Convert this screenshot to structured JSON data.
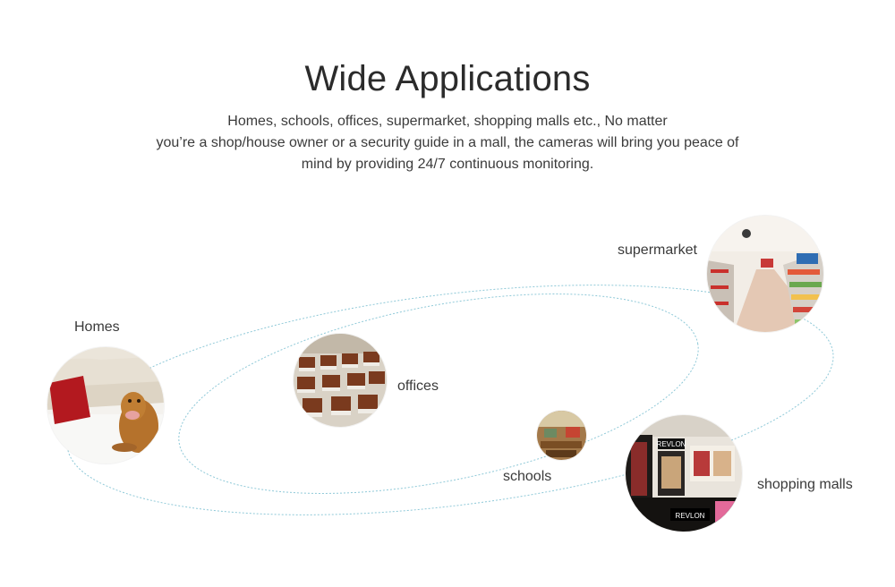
{
  "heading": {
    "title": "Wide Applications",
    "description_lines": [
      "Homes, schools, offices, supermarket, shopping malls etc., No matter",
      "you’re a shop/house owner or a security guide in a mall, the cameras will bring you peace of",
      "mind by providing 24/7 continuous monitoring."
    ]
  },
  "applications": {
    "homes": "Homes",
    "offices": "offices",
    "schools": "schools",
    "supermarket": "supermarket",
    "shopping_malls": "shopping malls"
  },
  "photo_text": {
    "revlon_sign": "REVLON"
  },
  "colors": {
    "orbit_line": "#8fc9d8",
    "text": "#333333"
  }
}
